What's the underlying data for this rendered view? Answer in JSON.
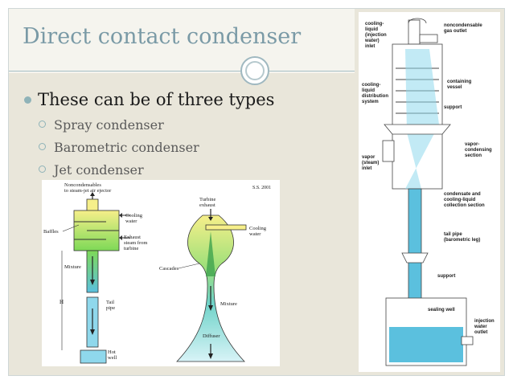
{
  "slide": {
    "title": "Direct contact condenser",
    "main_bullet": "These can be of three types",
    "sub_bullets": [
      "Spray condenser",
      "Barometric condenser",
      "Jet condenser"
    ]
  },
  "left_figure": {
    "stamp": "S.S. 2001",
    "labels": {
      "noncondensables": "Noncondensables",
      "to_ejector": "to steam-jet air ejector",
      "cooling_water_1": "Cooling",
      "cooling_water_2": "water",
      "baffles": "Baffles",
      "exhaust_1": "Exhaust",
      "exhaust_2": "steam from",
      "exhaust_3": "turbine",
      "mixture_left": "Mixture",
      "h": "H",
      "tail_1": "Tail",
      "tail_2": "pipe",
      "hot_1": "Hot",
      "hot_2": "well",
      "turbine_1": "Turbine",
      "turbine_2": "exhaust",
      "cooling_water_r1": "Cooling",
      "cooling_water_r2": "water",
      "cascades": "Cascades",
      "mixture_right": "Mixture",
      "diffuser": "Diffuser"
    }
  },
  "right_figure": {
    "labels": {
      "cooling_1": "cooling-",
      "cooling_2": "liquid",
      "cooling_3": "(injection",
      "cooling_4": "water)",
      "cooling_5": "inlet",
      "noncond_1": "noncondensable",
      "noncond_2": "gas outlet",
      "dist_1": "cooling-",
      "dist_2": "liquid",
      "dist_3": "distribution",
      "dist_4": "system",
      "containing_1": "containing",
      "containing_2": "vessel",
      "support_top": "support",
      "vapor_1": "vapor-",
      "vapor_2": "condensing",
      "vapor_3": "section",
      "vinlet_1": "vapor",
      "vinlet_2": "(steam)",
      "vinlet_3": "inlet",
      "collect_1": "condensate and",
      "collect_2": "cooling-liquid",
      "collect_3": "collection section",
      "tail_1": "tail pipe",
      "tail_2": "(barometric leg)",
      "support_bottom": "support",
      "sealing": "sealing well",
      "inj_1": "injection",
      "inj_2": "water",
      "inj_3": "outlet"
    }
  },
  "colors": {
    "title": "#7a9aa6",
    "frame_bg": "#e9e6da",
    "accent": "#8fb3b8",
    "water": "#5bc0de",
    "green": "#7ed957",
    "yellow": "#f6ef8a"
  }
}
